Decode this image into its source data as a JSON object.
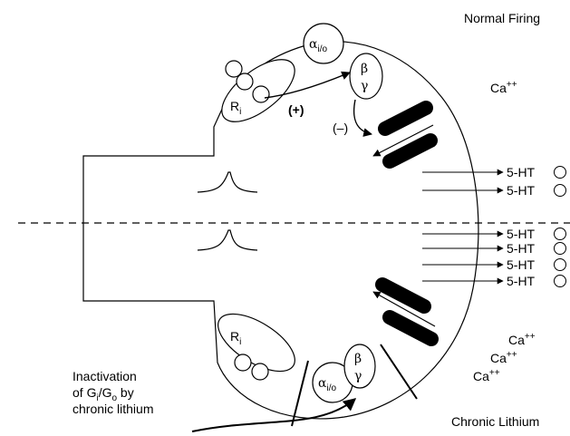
{
  "labels": {
    "normal_firing": "Normal Firing",
    "chronic_lithium": "Chronic Lithium",
    "ca": "Ca",
    "ca_charge": "++",
    "serotonin": "5-HT",
    "plus": "(+)",
    "minus": "(–)",
    "receptor": "R",
    "receptor_sub": "i",
    "alpha": "α",
    "alpha_sub": "i/o",
    "beta": "β",
    "gamma": "γ",
    "inactivation_line1": "Inactivation",
    "inactivation_line2_pre": "of G",
    "inactivation_sub_i": "i",
    "inactivation_mid": "/G",
    "inactivation_sub_o": "o",
    "inactivation_line2_post": " by",
    "inactivation_line3": "chronic lithium"
  }
}
